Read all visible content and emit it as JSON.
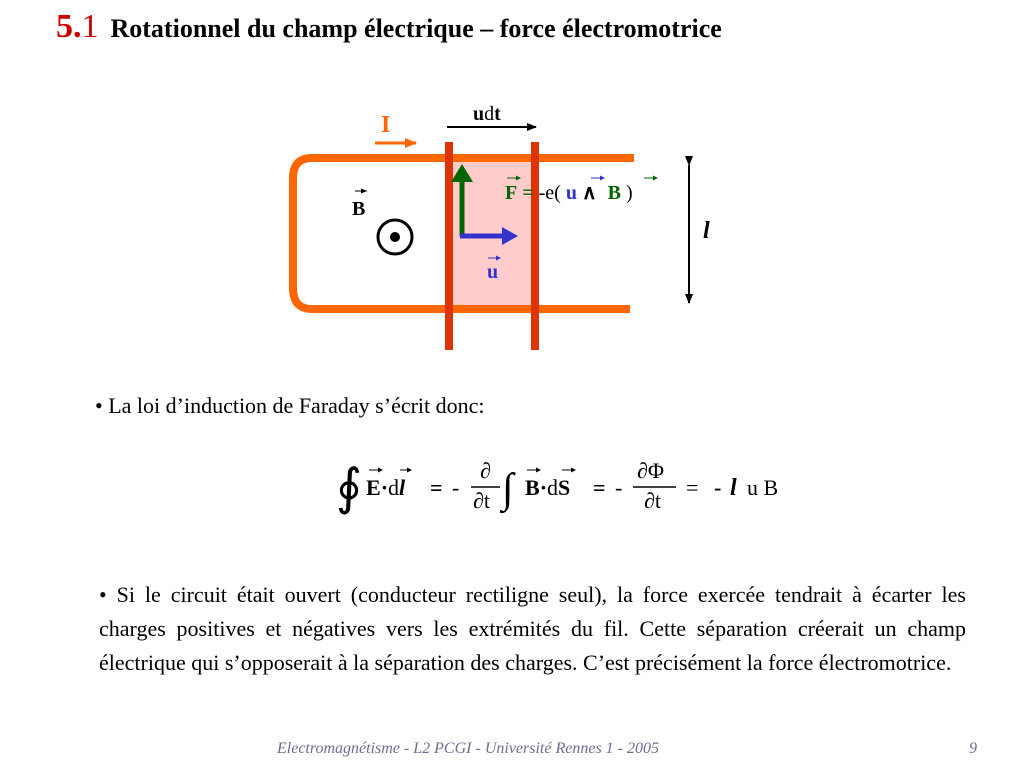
{
  "title": {
    "number_bold": "5.",
    "number_rest": "1",
    "text": "Rotationnel du champ électrique – force électromotrice"
  },
  "diagram": {
    "label_I": "I",
    "label_udt_u": "u",
    "label_udt_d": "d",
    "label_udt_t": "t",
    "label_B": "B",
    "label_u": "u",
    "label_l": "l",
    "force": {
      "F": "F",
      "eq": "=",
      "pre": "-e(",
      "u": "u",
      "wedge": "∧",
      "B": "B",
      "post": ")"
    },
    "colors": {
      "circuit": "#ff6600",
      "rail": "#dd3300",
      "shaded": "#ffcccc",
      "force": "#006600",
      "velocity": "#3333cc",
      "label_I": "#ff6600"
    }
  },
  "bullet1": "• La loi d’induction de Faraday s’écrit donc:",
  "equation": {
    "oint": "∮",
    "E": "E",
    "dot": "·",
    "d": "d",
    "l": "l",
    "eq1": "=",
    "minus1": "-",
    "partial": "∂",
    "t": "t",
    "int": "∫",
    "B": "B",
    "S": "S",
    "eq2": "=",
    "minus2": "-",
    "partial_phi": "∂Φ",
    "eq3": "=",
    "minus3": "-",
    "uB": "u B"
  },
  "paragraph": "• Si le circuit était ouvert (conducteur rectiligne seul), la force exercée tendrait à écarter les charges positives et négatives vers les extrémités du fil. Cette séparation créerait un champ électrique qui s’opposerait à la séparation des charges. C’est précisément la force électromotrice.",
  "footer": {
    "center": "Electromagnétisme - L2 PCGI - Université Rennes 1 - 2005",
    "page": "9"
  }
}
